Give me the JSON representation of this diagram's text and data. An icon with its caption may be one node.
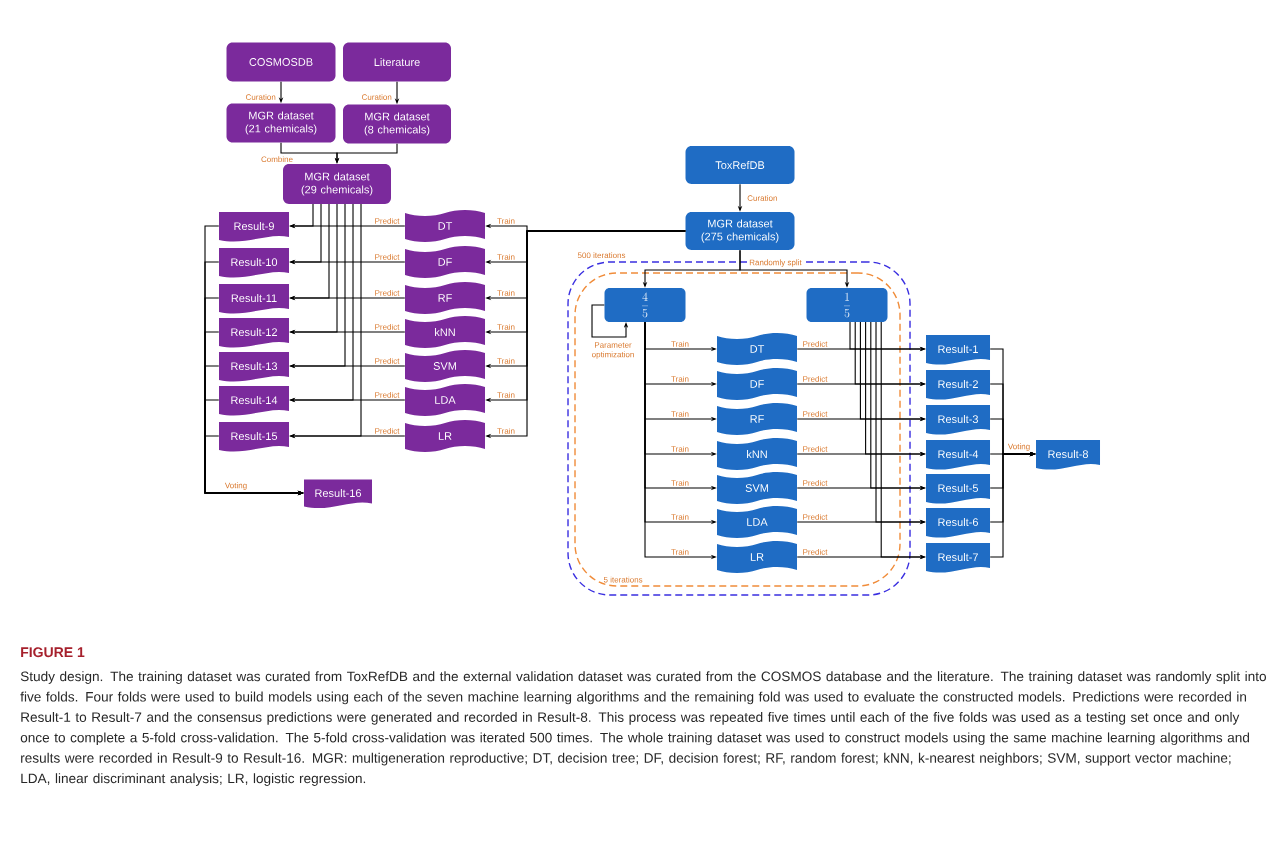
{
  "diagram": {
    "title": "FIGURE 1",
    "caption": "Study design. The training dataset was curated from ToxRefDB and the external validation dataset was curated from the COSMOS database and the literature. The training dataset was randomly split into five folds. Four folds were used to build models using each of the seven machine learning algorithms and the remaining fold was used to evaluate the constructed models. Predictions were recorded in Result-1 to Result-7 and the consensus predictions were generated and recorded in Result-8. This process was repeated five times until each of the five folds was used as a testing set once and only once to complete a 5-fold cross-validation. The 5-fold cross-validation was iterated 500 times. The whole training dataset was used to construct models using the same machine learning algorithms and results were recorded in Result-9 to Result-16. MGR: multigeneration reproductive; DT, decision tree; DF, decision forest; RF, random forest; kNN, k-nearest neighbors; SVM, support vector machine; LDA, linear discriminant analysis; LR, logistic regression.",
    "nodes": [
      {
        "text": [
          "COSMOSDB"
        ]
      },
      {
        "text": [
          "Literature"
        ]
      },
      {
        "text": [
          "MGR dataset (21 chemicals)"
        ]
      },
      {
        "text": [
          "MGR dataset (8 chemicals)"
        ]
      },
      {
        "text": [
          "MGR dataset (29 chemicals)"
        ]
      },
      {
        "text": [
          "DT"
        ]
      },
      {
        "text": [
          "DF"
        ]
      },
      {
        "text": [
          "RF"
        ]
      },
      {
        "text": [
          "kNN"
        ]
      },
      {
        "text": [
          "SVM"
        ]
      },
      {
        "text": [
          "LDA"
        ]
      },
      {
        "text": [
          "LR"
        ]
      },
      {
        "text": [
          "Result-9"
        ]
      },
      {
        "text": [
          "Result-10"
        ]
      },
      {
        "text": [
          "Result-11"
        ]
      },
      {
        "text": [
          "Result-12"
        ]
      },
      {
        "text": [
          "Result-13"
        ]
      },
      {
        "text": [
          "Result-14"
        ]
      },
      {
        "text": [
          "Result-15"
        ]
      },
      {
        "text": [
          "Result-16"
        ]
      },
      {
        "text": [
          "ToxRefDB"
        ]
      },
      {
        "text": [
          "MGR dataset (275 chemicals)"
        ]
      },
      {
        "text": [
          "500 iterations"
        ]
      },
      {
        "text": [
          "5 iterations"
        ],
        "in": 22
      },
      {
        "text": [
          "\\frac{4}{5}"
        ],
        "in": 23
      },
      {
        "text": [
          "\\frac{1}{5}"
        ],
        "in": 23
      },
      {
        "text": [
          "DT"
        ],
        "in": 23
      },
      {
        "text": [
          "DF"
        ],
        "in": 23
      },
      {
        "text": [
          "RF"
        ],
        "in": 23
      },
      {
        "text": [
          "kNN"
        ],
        "in": 23
      },
      {
        "text": [
          "SVM"
        ],
        "in": 23
      },
      {
        "text": [
          "LDA"
        ],
        "in": 23
      },
      {
        "text": [
          "LR"
        ],
        "in": 23
      },
      {
        "text": [
          "Result-1"
        ]
      },
      {
        "text": [
          "Result-2"
        ]
      },
      {
        "text": [
          "Result-3"
        ]
      },
      {
        "text": [
          "Result-4"
        ]
      },
      {
        "text": [
          "Result-5"
        ]
      },
      {
        "text": [
          "Result-6"
        ]
      },
      {
        "text": [
          "Result-7"
        ]
      },
      {
        "text": [
          "Result-8"
        ]
      }
    ],
    "edges": [
      {
        "from": 0,
        "to": 2,
        "arrow": "to",
        "label": "Curation"
      },
      {
        "from": 1,
        "to": 3,
        "arrow": "to",
        "label": "Curation"
      },
      {
        "from": 2,
        "to": 4,
        "arrow": "to",
        "label": "Combine"
      },
      {
        "from": 3,
        "to": 4,
        "arrow": "to"
      },
      {
        "from": 21,
        "to": 5,
        "arrow": "to",
        "label": "Train"
      },
      {
        "from": 21,
        "to": 6,
        "arrow": "to",
        "label": "Train"
      },
      {
        "from": 21,
        "to": 7,
        "arrow": "to",
        "label": "Train"
      },
      {
        "from": 21,
        "to": 8,
        "arrow": "to",
        "label": "Train"
      },
      {
        "from": 21,
        "to": 9,
        "arrow": "to",
        "label": "Train"
      },
      {
        "from": 21,
        "to": 10,
        "arrow": "to",
        "label": "Train"
      },
      {
        "from": 21,
        "to": 11,
        "arrow": "to",
        "label": "Train"
      },
      {
        "from": 5,
        "to": 12,
        "arrow": "to",
        "label": "Predict"
      },
      {
        "from": 6,
        "to": 13,
        "arrow": "to",
        "label": "Predict"
      },
      {
        "from": 7,
        "to": 14,
        "arrow": "to",
        "label": "Predict"
      },
      {
        "from": 8,
        "to": 15,
        "arrow": "to",
        "label": "Predict"
      },
      {
        "from": 9,
        "to": 16,
        "arrow": "to",
        "label": "Predict"
      },
      {
        "from": 10,
        "to": 17,
        "arrow": "to",
        "label": "Predict"
      },
      {
        "from": 11,
        "to": 18,
        "arrow": "to",
        "label": "Predict"
      },
      {
        "from": 4,
        "to": 12,
        "arrow": "to"
      },
      {
        "from": 4,
        "to": 13,
        "arrow": "to"
      },
      {
        "from": 4,
        "to": 14,
        "arrow": "to"
      },
      {
        "from": 4,
        "to": 15,
        "arrow": "to"
      },
      {
        "from": 4,
        "to": 16,
        "arrow": "to"
      },
      {
        "from": 4,
        "to": 17,
        "arrow": "to"
      },
      {
        "from": 4,
        "to": 18,
        "arrow": "to"
      },
      {
        "from": 12,
        "to": 19,
        "arrow": "to"
      },
      {
        "from": 13,
        "to": 19,
        "arrow": "to"
      },
      {
        "from": 14,
        "to": 19,
        "arrow": "to"
      },
      {
        "from": 15,
        "to": 19,
        "arrow": "to"
      },
      {
        "from": 16,
        "to": 19,
        "arrow": "to"
      },
      {
        "from": 17,
        "to": 19,
        "arrow": "to"
      },
      {
        "from": 18,
        "to": 19,
        "arrow": "to",
        "label": "Voting"
      },
      {
        "from": 20,
        "to": 21,
        "arrow": "to",
        "label": "Curation"
      },
      {
        "from": 21,
        "to": 24,
        "arrow": "to"
      },
      {
        "from": 21,
        "to": 25,
        "arrow": "to",
        "label": "Randomly split"
      },
      {
        "from": 24,
        "to": 24,
        "arrow": "to",
        "label": "Parameter optimization"
      },
      {
        "from": 24,
        "to": 26,
        "arrow": "to",
        "label": "Train"
      },
      {
        "from": 24,
        "to": 27,
        "arrow": "to",
        "label": "Train"
      },
      {
        "from": 24,
        "to": 28,
        "arrow": "to",
        "label": "Train"
      },
      {
        "from": 24,
        "to": 29,
        "arrow": "to",
        "label": "Train"
      },
      {
        "from": 24,
        "to": 30,
        "arrow": "to",
        "label": "Train"
      },
      {
        "from": 24,
        "to": 31,
        "arrow": "to",
        "label": "Train"
      },
      {
        "from": 24,
        "to": 32,
        "arrow": "to",
        "label": "Train"
      },
      {
        "from": 26,
        "to": 33,
        "arrow": "to",
        "label": "Predict"
      },
      {
        "from": 27,
        "to": 34,
        "arrow": "to",
        "label": "Predict"
      },
      {
        "from": 28,
        "to": 35,
        "arrow": "to",
        "label": "Predict"
      },
      {
        "from": 29,
        "to": 36,
        "arrow": "to",
        "label": "Predict"
      },
      {
        "from": 30,
        "to": 37,
        "arrow": "to",
        "label": "Predict"
      },
      {
        "from": 31,
        "to": 38,
        "arrow": "to",
        "label": "Predict"
      },
      {
        "from": 32,
        "to": 39,
        "arrow": "to",
        "label": "Predict"
      },
      {
        "from": 25,
        "to": 33,
        "arrow": "to"
      },
      {
        "from": 25,
        "to": 34,
        "arrow": "to"
      },
      {
        "from": 25,
        "to": 35,
        "arrow": "to"
      },
      {
        "from": 25,
        "to": 36,
        "arrow": "to"
      },
      {
        "from": 25,
        "to": 37,
        "arrow": "to"
      },
      {
        "from": 25,
        "to": 38,
        "arrow": "to"
      },
      {
        "from": 25,
        "to": 39,
        "arrow": "to"
      },
      {
        "from": 33,
        "to": 40,
        "arrow": "to"
      },
      {
        "from": 34,
        "to": 40,
        "arrow": "to"
      },
      {
        "from": 35,
        "to": 40,
        "arrow": "to"
      },
      {
        "from": 36,
        "to": 40,
        "arrow": "to",
        "label": "Voting"
      },
      {
        "from": 37,
        "to": 40,
        "arrow": "to"
      },
      {
        "from": 38,
        "to": 40,
        "arrow": "to"
      },
      {
        "from": 39,
        "to": 40,
        "arrow": "to"
      }
    ]
  }
}
